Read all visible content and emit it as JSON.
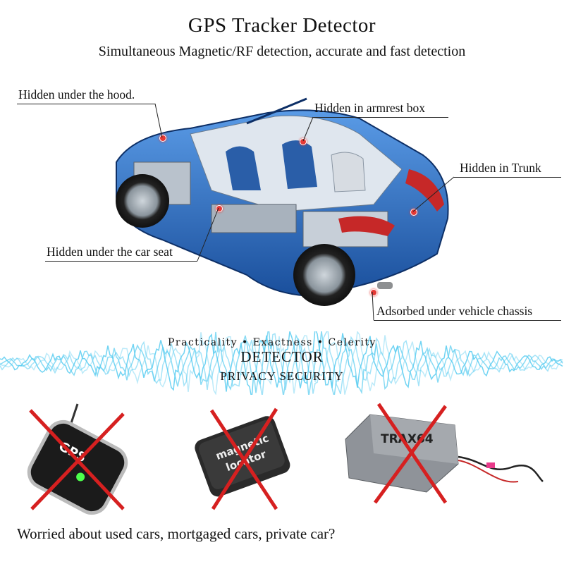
{
  "header": {
    "title": "GPS Tracker Detector",
    "subtitle": "Simultaneous Magnetic/RF detection, accurate and fast detection"
  },
  "callouts": {
    "hood": "Hidden under the hood.",
    "armrest": "Hidden in armrest box",
    "trunk": "Hidden in Trunk",
    "seat": "Hidden under the car seat",
    "chassis": "Adsorbed under vehicle chassis"
  },
  "banner": {
    "tagline": "Practicality • Exactness • Celerity",
    "detector": "DETECTOR",
    "privacy": "PRIVACY SECURITY"
  },
  "devices": {
    "gps_label": "GPS",
    "magnetic_label_1": "magnetic",
    "magnetic_label_2": "locator",
    "tracker_label": "TRAX64"
  },
  "footer": {
    "question": "Worried about used cars, mortgaged cars,  private car?"
  },
  "colors": {
    "car_blue": "#1e5fb0",
    "car_light": "#4d8fe0",
    "marker_red": "#e53935",
    "wave_cyan": "#3bc3ee"
  },
  "icons": [
    "car-illustration",
    "sound-wave",
    "gps-tracker-icon",
    "magnetic-locator-icon",
    "obd-tracker-icon",
    "cross-icon"
  ]
}
